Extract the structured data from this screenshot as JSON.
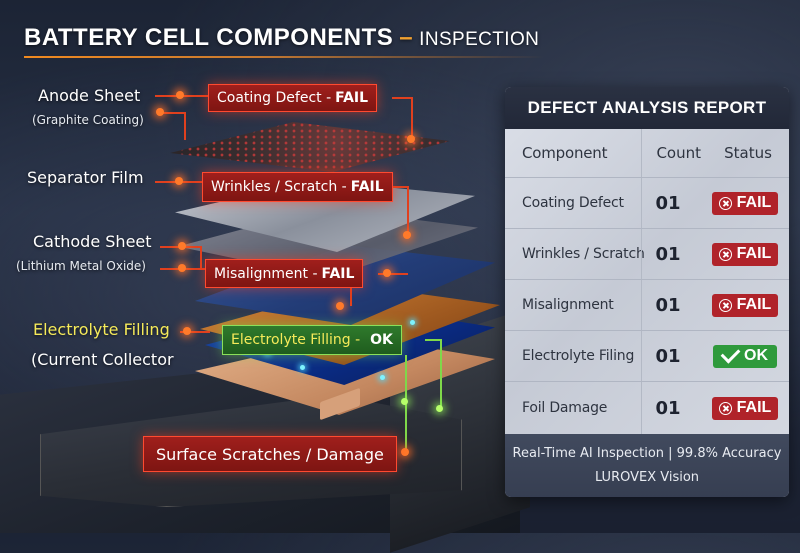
{
  "header": {
    "title": "BATTERY CELL COMPONENTS",
    "separator": "–",
    "subtitle": "INSPECTION"
  },
  "labels": {
    "anode": {
      "title": "Anode Sheet",
      "subtitle": "(Graphite Coating)"
    },
    "separator": {
      "title": "Separator Film"
    },
    "cathode": {
      "title": "Cathode Sheet",
      "subtitle": "(Lithium Metal Oxide)"
    },
    "electrolyte": {
      "title": "Electrolyte Filling",
      "subtitle": "(Current Collector"
    }
  },
  "callouts": [
    {
      "text": "Coating Defect -",
      "status": "FAIL",
      "color": "#a01f1c"
    },
    {
      "text": "Wrinkles / Scratch -",
      "status": "FAIL",
      "color": "#a01f1c"
    },
    {
      "text": "Misalignment -",
      "status": "FAIL",
      "color": "#a01f1c"
    },
    {
      "text": "Electrolyte Filling -",
      "status": "OK",
      "color": "#2f7a2c"
    },
    {
      "text": "Surface Scratches / Damage",
      "status": "",
      "color": "#a01f1c"
    }
  ],
  "report": {
    "title": "DEFECT ANALYSIS REPORT",
    "columns": [
      "Component",
      "Count",
      "Status"
    ],
    "rows": [
      {
        "component": "Coating Defect",
        "count": "01",
        "status": "FAIL",
        "status_icon": "x-circle-icon"
      },
      {
        "component": "Wrinkles / Scratch",
        "count": "01",
        "status": "FAIL",
        "status_icon": "x-circle-icon"
      },
      {
        "component": "Misalignment",
        "count": "01",
        "status": "FAIL",
        "status_icon": "x-circle-icon"
      },
      {
        "component": "Electrolyte Filing",
        "count": "01",
        "status": "OK",
        "status_icon": "check-icon"
      },
      {
        "component": "Foil Damage",
        "count": "01",
        "status": "FAIL",
        "status_icon": "x-circle-icon"
      }
    ],
    "footer_line1": "Real-Time AI Inspection | 99.8% Accuracy",
    "footer_line2": "LUROVEX Vision"
  },
  "colors": {
    "accent_orange": "#f08a20",
    "fail_red": "#b0232a",
    "ok_green": "#2f9a3c",
    "label_yellow": "#f5ea5a"
  }
}
